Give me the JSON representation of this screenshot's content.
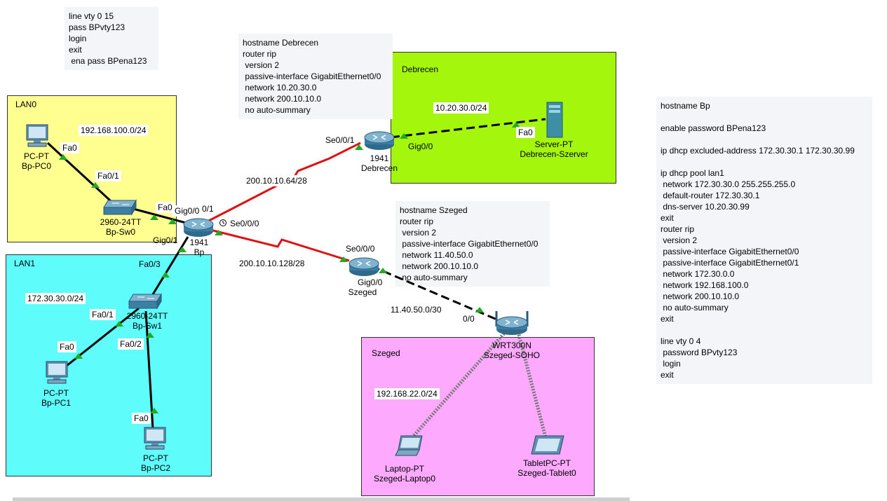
{
  "areas": {
    "lan0": {
      "title": "LAN0",
      "color": "#ffff90"
    },
    "lan1": {
      "title": "LAN1",
      "color": "#5ffcfc"
    },
    "debrecen": {
      "title": "Debrecen",
      "color": "#a4f70c"
    },
    "szeged": {
      "title": "Szeged",
      "color": "#fda9fd"
    }
  },
  "notes": {
    "vty": "line vty 0 15\npass BPvty123\nlogin\nexit\n ena pass BPena123",
    "debrecen": "hostname Debrecen\nrouter rip\n version 2\n passive-interface GigabitEthernet0/0\n network 10.20.30.0\n network 200.10.10.0\n no auto-summary",
    "szeged": "hostname Szeged\nrouter rip\n version 2\n passive-interface GigabitEthernet0/0\n network 11.40.50.0\n network 200.10.10.0\n no auto-summary",
    "bp": "hostname Bp\n\nenable password BPena123\n\nip dhcp excluded-address 172.30.30.1 172.30.30.99\n\nip dhcp pool lan1\n network 172.30.30.0 255.255.255.0\n default-router 172.30.30.1\n dns-server 10.20.30.99\nexit\nrouter rip\n version 2\n passive-interface GigabitEthernet0/0\n passive-interface GigabitEthernet0/1\n network 172.30.0.0\n network 192.168.100.0\n network 200.10.10.0\n no auto-summary\nexit\n\nline vty 0 4\n password BPvty123\n login\nexit"
  },
  "devices": {
    "bp_pc0": {
      "model": "PC-PT",
      "name": "Bp-PC0",
      "icon": "pc-icon"
    },
    "bp_sw0": {
      "model": "2960-24TT",
      "name": "Bp-Sw0",
      "icon": "switch-icon"
    },
    "bp": {
      "model": "1941",
      "name": "Bp",
      "icon": "router-icon"
    },
    "debrecen": {
      "model": "1941",
      "name": "Debrecen",
      "icon": "router-icon"
    },
    "debrecen_server": {
      "model": "Server-PT",
      "name": "Debrecen-Szerver",
      "icon": "server-icon"
    },
    "szeged": {
      "model": "",
      "name": "Szeged",
      "icon": "router-icon"
    },
    "bp_sw1": {
      "model": "2960-24TT",
      "name": "Bp-Sw1",
      "icon": "switch-icon"
    },
    "bp_pc1": {
      "model": "PC-PT",
      "name": "Bp-PC1",
      "icon": "pc-icon"
    },
    "bp_pc2": {
      "model": "PC-PT",
      "name": "Bp-PC2",
      "icon": "pc-icon"
    },
    "szeged_soho": {
      "model": "WRT300N",
      "name": "Szeged-SOHO",
      "icon": "wireless-router-icon"
    },
    "szeged_laptop": {
      "model": "Laptop-PT",
      "name": "Szeged-Laptop0",
      "icon": "laptop-icon"
    },
    "szeged_tablet": {
      "model": "TabletPC-PT",
      "name": "Szeged-Tablet0",
      "icon": "tablet-icon"
    }
  },
  "networks": {
    "lan0": "192.168.100.0/24",
    "debrecen_lan": "10.20.30.0/24",
    "bp_debrecen": "200.10.10.64/28",
    "bp_szeged": "200.10.10.128/28",
    "lan1": "172.30.30.0/24",
    "szeged_wan": "11.40.50.0/30",
    "szeged_lan": "192.168.22.0/24"
  },
  "ports": {
    "pc0_fa0": "Fa0",
    "sw0_fa01": "Fa0/1",
    "sw0_fa0x": "Fa0",
    "bp_gig00": "Gig0/0",
    "bp_01": "0/1",
    "bp_se000": "Se0/0/0",
    "bp_gig01": "Gig0/1",
    "deb_se001": "Se0/0/1",
    "deb_gig00": "Gig0/0",
    "server_fa0": "Fa0",
    "sz_se000": "Se0/0/0",
    "sz_gig00": "Gig0/0",
    "soho_00": "0/0",
    "sw1_fa03": "Fa0/3",
    "sw1_fa01": "Fa0/1",
    "sw1_fa02": "Fa0/2",
    "pc1_fa0": "Fa0",
    "pc2_fa0": "Fa0"
  },
  "colors": {
    "serial": "#e01010",
    "ethernet": "#000000",
    "device": "#2f6f94",
    "port_up": "#22aa22"
  }
}
